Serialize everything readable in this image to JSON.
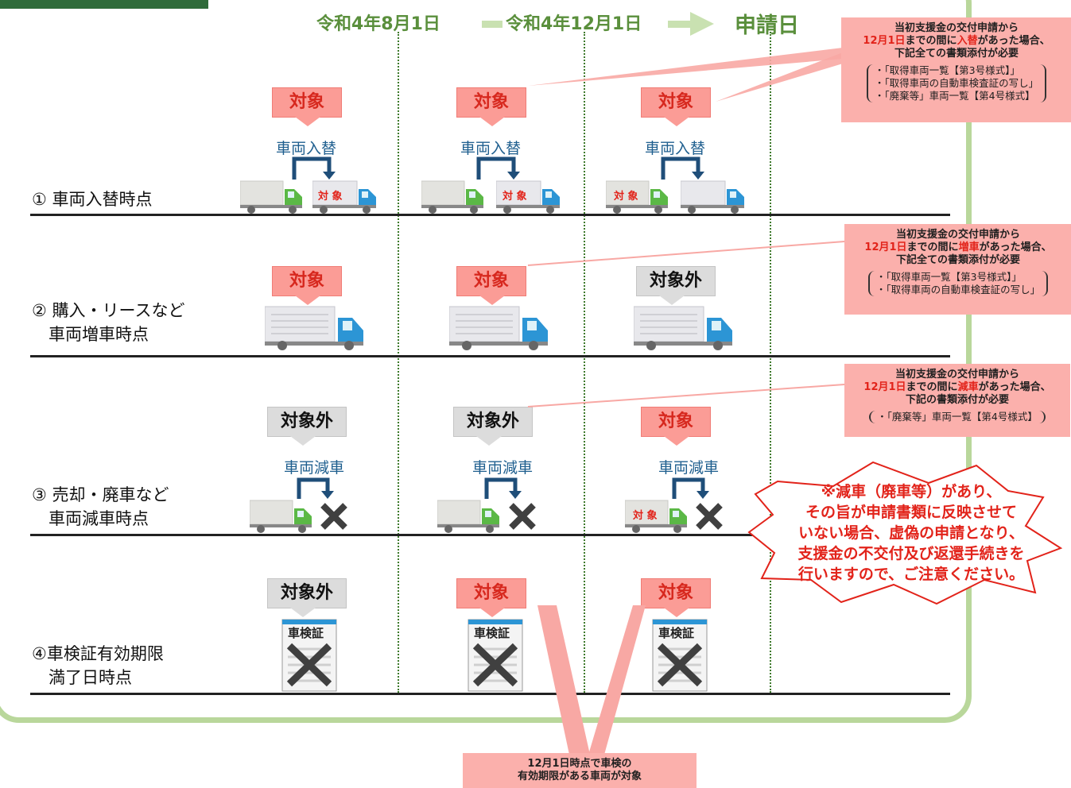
{
  "header": {
    "date1": "令和4年8月1日",
    "date2": "令和4年12月1日",
    "apply": "申請日"
  },
  "rows": [
    {
      "label": "① 車両入替時点",
      "action": "車両入替"
    },
    {
      "label": "② 購入・リースなど\n　車両増車時点"
    },
    {
      "label": "③ 売却・廃車など\n　車両減車時点",
      "action": "車両減車"
    },
    {
      "label": "④車検証有効期限\n　満了日時点",
      "doc": "車検証"
    }
  ],
  "tags": {
    "target": "対象",
    "not_target": "対象外",
    "truck_mark": "対 象"
  },
  "notes": {
    "swap": {
      "line1": "当初支援金の交付申請から",
      "date": "12月1日",
      "mid": "までの間に",
      "kw": "入替",
      "tail": "があった場合、",
      "line3": "下記全ての書類添付が必要",
      "items": [
        "・「取得車両一覧【第3号様式】」",
        "・「取得車両の自動車検査証の写し」",
        "・「廃棄等」車両一覧【第4号様式】"
      ]
    },
    "add": {
      "line1": "当初支援金の交付申請から",
      "date": "12月1日",
      "mid": "までの間に",
      "kw": "増車",
      "tail": "があった場合、",
      "line3": "下記全ての書類添付が必要",
      "items": [
        "・「取得車両一覧【第3号様式】」",
        "・「取得車両の自動車検査証の写し」"
      ]
    },
    "reduce": {
      "line1": "当初支援金の交付申請から",
      "date": "12月1日",
      "mid": "までの間に",
      "kw": "減車",
      "tail": "があった場合、",
      "line3": "下記の書類添付が必要",
      "items": [
        "・「廃棄等」車両一覧【第4号様式】"
      ]
    },
    "bottom": {
      "line1": "12月1日時点で車検の",
      "line2": "有効期限がある車両が対象"
    }
  },
  "warning": {
    "lines": [
      "※減車（廃車等）があり、",
      "その旨が申請書類に反映させて",
      "いない場合、虚偽の申請となり、",
      "支援金の不交付及び返還手続きを",
      "行いますので、ご注意ください。"
    ]
  },
  "colors": {
    "accent_green": "#5a8f3c",
    "frame_green": "#b9d79b",
    "tag_red": "#fb9c96",
    "text_red": "#e2231a",
    "action_blue": "#1f5f8f"
  }
}
